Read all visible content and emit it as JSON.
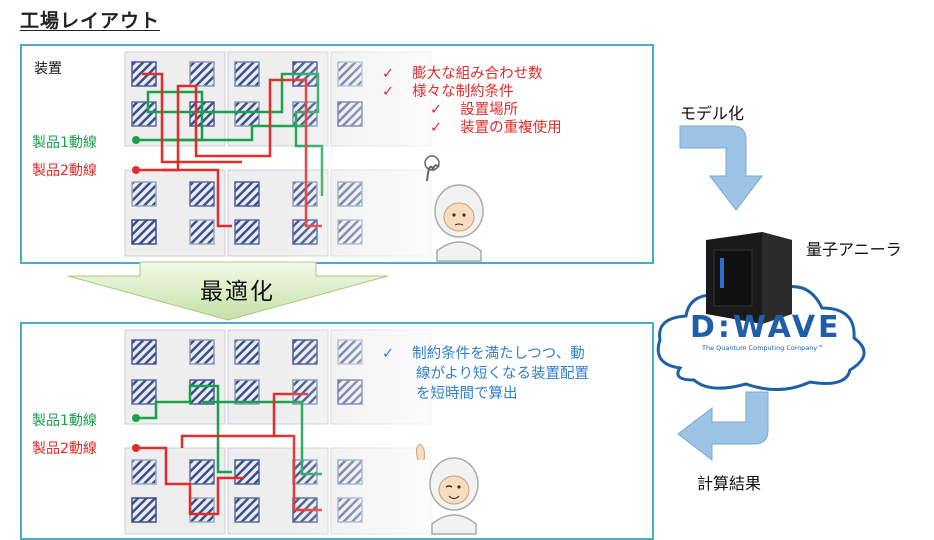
{
  "title": "工場レイアウト",
  "top_panel": {
    "device_label": "装置",
    "line1_label": "製品1動線",
    "line2_label": "製品2動線",
    "bullets": [
      {
        "mark": "✓",
        "text": "膨大な組み合わせ数"
      },
      {
        "mark": "✓",
        "text": "様々な制約条件"
      },
      {
        "mark": "✓",
        "text": "設置場所"
      },
      {
        "mark": "✓",
        "text": "装置の重複使用"
      }
    ]
  },
  "optimize_label": "最適化",
  "bottom_panel": {
    "line1_label": "製品1動線",
    "line2_label": "製品2動線",
    "bullet_mark": "✓",
    "bullet_lines": [
      "制約条件を満たしつつ、動",
      "線がより短くなる装置配置",
      "を短時間で算出"
    ]
  },
  "modeling_label": "モデル化",
  "annealer_label": "量子アニーラ",
  "result_label": "計算結果",
  "dwave_logo": "D:WAVE",
  "dwave_tagline": "The Quantum Computing Company™",
  "colors": {
    "panel_border": "#4bacc6",
    "green_line": "#19a04d",
    "red_line": "#e32b2b",
    "bullet_red": "#e32b2b",
    "bullet_blue": "#2f7fd0",
    "arrow_blue": "#9dc3e6",
    "banner_green": "#c5e0a5"
  }
}
